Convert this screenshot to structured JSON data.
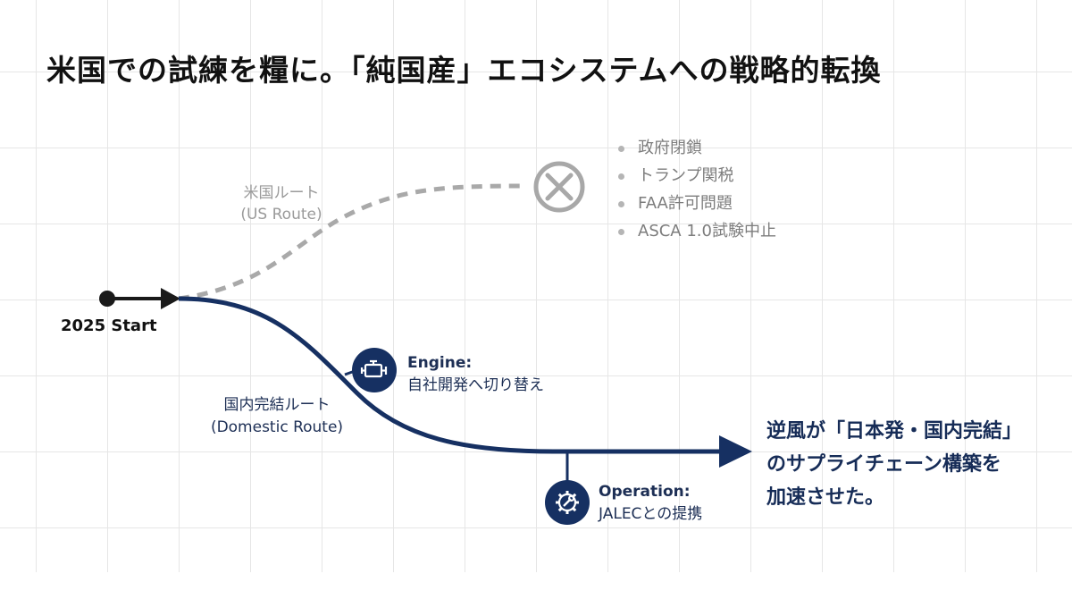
{
  "title": "米国での試練を糧に。「純国産」エコシステムへの戦略的転換",
  "start": {
    "label": "2025 Start"
  },
  "us_route": {
    "label_jp": "米国ルート",
    "label_en": "(US Route)"
  },
  "domestic_route": {
    "label_jp": "国内完結ルート",
    "label_en": "(Domestic Route)"
  },
  "us_issues": [
    "政府閉鎖",
    "トランプ関税",
    "FAA許可問題",
    "ASCA 1.0試験中止"
  ],
  "engine": {
    "title": "Engine:",
    "detail": "自社開発へ切り替え",
    "icon": "engine-icon"
  },
  "operation": {
    "title": "Operation:",
    "detail": "JALECとの提携",
    "icon": "gear-wrench-icon"
  },
  "result": {
    "line1": "逆風が「日本発・国内完結」",
    "line2": "のサプライチェーン構築を",
    "line3": "加速させた。"
  },
  "colors": {
    "navy": "#163062",
    "gray": "#a8a8a8",
    "start": "#1a1a1a"
  }
}
